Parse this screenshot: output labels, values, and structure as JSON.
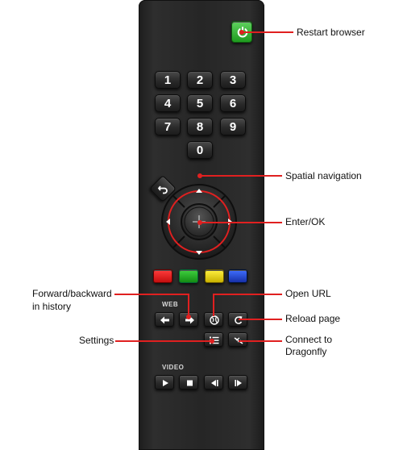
{
  "keypad": [
    "1",
    "2",
    "3",
    "4",
    "5",
    "6",
    "7",
    "8",
    "9",
    "0"
  ],
  "sections": {
    "web": "WEB",
    "video": "VIDEO"
  },
  "callouts": {
    "restart": "Restart browser",
    "spatial": "Spatial navigation",
    "enter": "Enter/OK",
    "forward_backward_line1": "Forward/backward",
    "forward_backward_line2": "in history",
    "open_url": "Open URL",
    "reload": "Reload page",
    "settings": "Settings",
    "dragonfly_line1": "Connect to",
    "dragonfly_line2": "Dragonfly"
  },
  "colors": {
    "red": "#e01b1b",
    "green": "#22b022",
    "yellow": "#e8d414",
    "blue": "#1f3fbf",
    "accent": "#e02020"
  },
  "icons": [
    "power-icon",
    "back-arrow-icon",
    "crosshair-icon",
    "left-arrow-icon",
    "right-arrow-icon",
    "globe-icon",
    "reload-icon",
    "list-icon",
    "dragonfly-icon",
    "play-icon",
    "stop-icon",
    "rewind-icon",
    "fast-forward-icon"
  ]
}
